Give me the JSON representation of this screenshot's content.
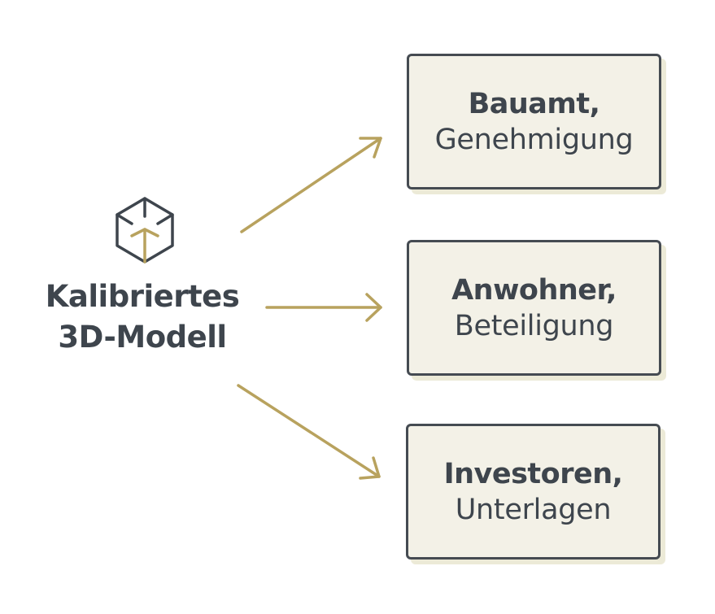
{
  "source": {
    "icon": "cube-icon",
    "label_line1": "Kalibriertes",
    "label_line2": "3D-Modell"
  },
  "targets": [
    {
      "title": "Bauamt,",
      "subtitle": "Genehmigung"
    },
    {
      "title": "Anwohner,",
      "subtitle": "Beteiligung"
    },
    {
      "title": "Investoren,",
      "subtitle": "Unterlagen"
    }
  ],
  "colors": {
    "arrow": "#b8a25e",
    "box_fill": "#f3f1e7",
    "box_border": "#454b52",
    "text": "#3e454d",
    "icon_stroke": "#3e454d",
    "icon_accent": "#b8a25e"
  }
}
